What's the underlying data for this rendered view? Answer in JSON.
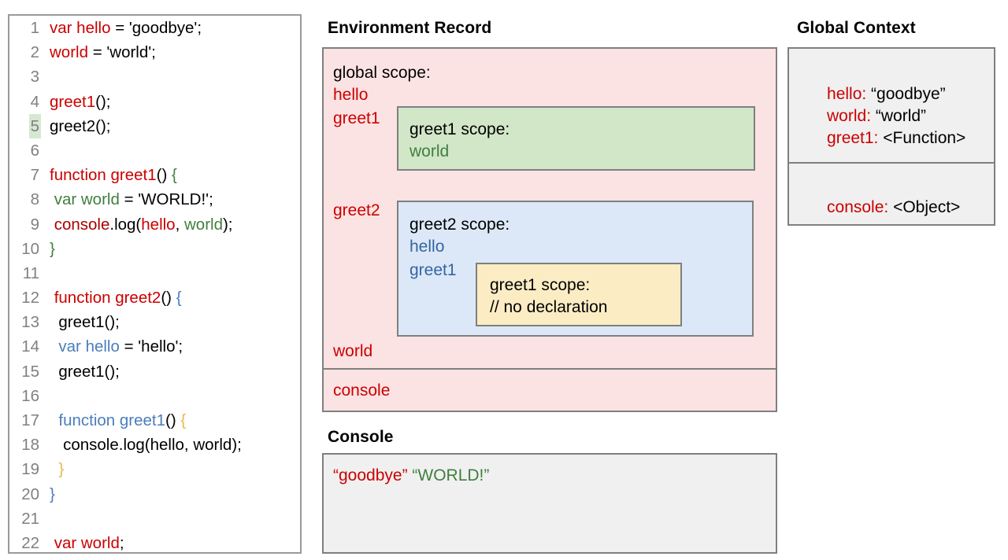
{
  "code_panel": {
    "lines": [
      {
        "num": "1",
        "highlight": false,
        "tokens": [
          {
            "t": "var hello",
            "c": "red"
          },
          {
            "t": " = 'goodbye';",
            "c": "black"
          }
        ]
      },
      {
        "num": "2",
        "highlight": false,
        "tokens": [
          {
            "t": "world",
            "c": "red"
          },
          {
            "t": " = 'world';",
            "c": "black"
          }
        ]
      },
      {
        "num": "3",
        "highlight": false,
        "tokens": []
      },
      {
        "num": "4",
        "highlight": false,
        "tokens": [
          {
            "t": "greet1",
            "c": "red"
          },
          {
            "t": "();",
            "c": "black"
          }
        ]
      },
      {
        "num": "5",
        "highlight": true,
        "tokens": [
          {
            "t": "greet2();",
            "c": "black"
          }
        ]
      },
      {
        "num": "6",
        "highlight": false,
        "tokens": []
      },
      {
        "num": "7",
        "highlight": false,
        "tokens": [
          {
            "t": "function greet1",
            "c": "red"
          },
          {
            "t": "() ",
            "c": "black"
          },
          {
            "t": "{",
            "c": "green"
          }
        ]
      },
      {
        "num": "8",
        "highlight": false,
        "tokens": [
          {
            "t": " ",
            "c": "black"
          },
          {
            "t": "var world",
            "c": "green"
          },
          {
            "t": " = 'WORLD!';",
            "c": "black"
          }
        ]
      },
      {
        "num": "9",
        "highlight": false,
        "tokens": [
          {
            "t": " ",
            "c": "black"
          },
          {
            "t": "console",
            "c": "dred"
          },
          {
            "t": ".log(",
            "c": "black"
          },
          {
            "t": "hello",
            "c": "red"
          },
          {
            "t": ", ",
            "c": "black"
          },
          {
            "t": "world",
            "c": "green"
          },
          {
            "t": ");",
            "c": "black"
          }
        ]
      },
      {
        "num": "10",
        "highlight": false,
        "tokens": [
          {
            "t": "}",
            "c": "green"
          }
        ]
      },
      {
        "num": "11",
        "highlight": false,
        "tokens": []
      },
      {
        "num": "12",
        "highlight": false,
        "tokens": [
          {
            "t": " ",
            "c": "black"
          },
          {
            "t": "function greet2",
            "c": "red"
          },
          {
            "t": "() ",
            "c": "black"
          },
          {
            "t": "{",
            "c": "blue"
          }
        ]
      },
      {
        "num": "13",
        "highlight": false,
        "tokens": [
          {
            "t": "  greet1();",
            "c": "black"
          }
        ]
      },
      {
        "num": "14",
        "highlight": false,
        "tokens": [
          {
            "t": "  ",
            "c": "black"
          },
          {
            "t": "var hello",
            "c": "blue"
          },
          {
            "t": " = 'hello';",
            "c": "black"
          }
        ]
      },
      {
        "num": "15",
        "highlight": false,
        "tokens": [
          {
            "t": "  greet1();",
            "c": "black"
          }
        ]
      },
      {
        "num": "16",
        "highlight": false,
        "tokens": []
      },
      {
        "num": "17",
        "highlight": false,
        "tokens": [
          {
            "t": "  ",
            "c": "black"
          },
          {
            "t": "function greet1",
            "c": "blue"
          },
          {
            "t": "() ",
            "c": "black"
          },
          {
            "t": "{",
            "c": "orange"
          }
        ]
      },
      {
        "num": "18",
        "highlight": false,
        "tokens": [
          {
            "t": "   console.log(hello, world);",
            "c": "black"
          }
        ]
      },
      {
        "num": "19",
        "highlight": false,
        "tokens": [
          {
            "t": "  ",
            "c": "black"
          },
          {
            "t": "}",
            "c": "orange"
          }
        ]
      },
      {
        "num": "20",
        "highlight": false,
        "tokens": [
          {
            "t": "}",
            "c": "blue"
          }
        ]
      },
      {
        "num": "21",
        "highlight": false,
        "tokens": []
      },
      {
        "num": "22",
        "highlight": false,
        "tokens": [
          {
            "t": " ",
            "c": "black"
          },
          {
            "t": "var world",
            "c": "red"
          },
          {
            "t": ";",
            "c": "black"
          }
        ]
      }
    ]
  },
  "environment_record": {
    "title": "Environment Record",
    "global_scope_heading": "global scope:",
    "bindings": [
      "hello",
      "greet1",
      "greet2",
      "world"
    ],
    "console_binding": "console",
    "greet1_scope": {
      "heading": "greet1 scope:",
      "vars": [
        "world"
      ]
    },
    "greet2_scope": {
      "heading": "greet2 scope:",
      "vars": [
        "hello",
        "greet1"
      ],
      "inner_greet1_scope": {
        "heading": "greet1 scope:",
        "note": "// no declaration"
      }
    }
  },
  "console_panel": {
    "title": "Console",
    "output": [
      {
        "text": "“goodbye”",
        "color": "red"
      },
      {
        "text": "“WORLD!”",
        "color": "green"
      }
    ]
  },
  "global_context": {
    "title": "Global Context",
    "entries": [
      {
        "key": "hello:",
        "value": " “goodbye”"
      },
      {
        "key": "world:",
        "value": " “world”"
      },
      {
        "key": "greet1:",
        "value": " <Function>"
      }
    ],
    "secondary_entries": [
      {
        "key": "console:",
        "value": " <Object>"
      }
    ]
  },
  "colors": {
    "red": "#cc0000",
    "dark_red": "#aa0000",
    "green": "#3f7f3f",
    "blue": "#3465a4",
    "orange": "#e8b84b",
    "env_record_bg": "#fce3e3",
    "greet1_scope_bg": "#d2e6c8",
    "greet2_scope_bg": "#dce8f7",
    "inner_scope_bg": "#fcecc4",
    "panel_bg": "#f0f0f0",
    "border": "#7f7f7f",
    "line_highlight": "#d6e8d2"
  }
}
